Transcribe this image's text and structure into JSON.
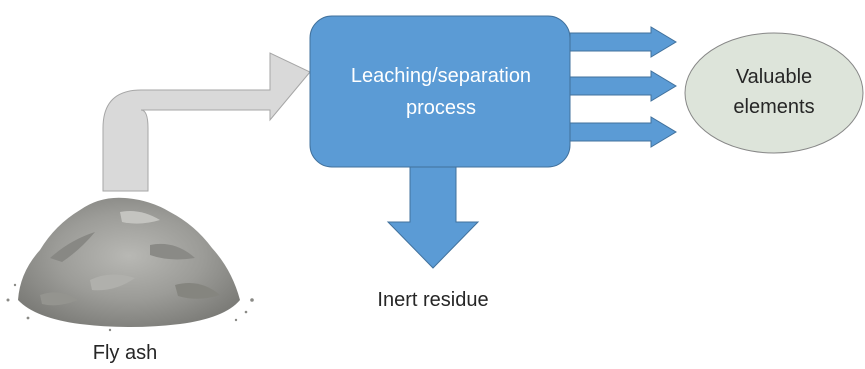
{
  "process": {
    "line1": "Leaching/separation",
    "line2": "process"
  },
  "valuable": {
    "line1": "Valuable",
    "line2": "elements"
  },
  "residue": {
    "label": "Inert residue"
  },
  "fly_ash": {
    "label": "Fly ash"
  },
  "colors": {
    "process_fill": "#5B9BD5",
    "process_stroke": "#41719C",
    "ellipse_fill": "#DDE4DA",
    "ellipse_stroke": "#878787",
    "gray_arrow_fill": "#D9D9D9",
    "gray_arrow_stroke": "#A6A6A6",
    "ash_color": "#9A9A96"
  }
}
